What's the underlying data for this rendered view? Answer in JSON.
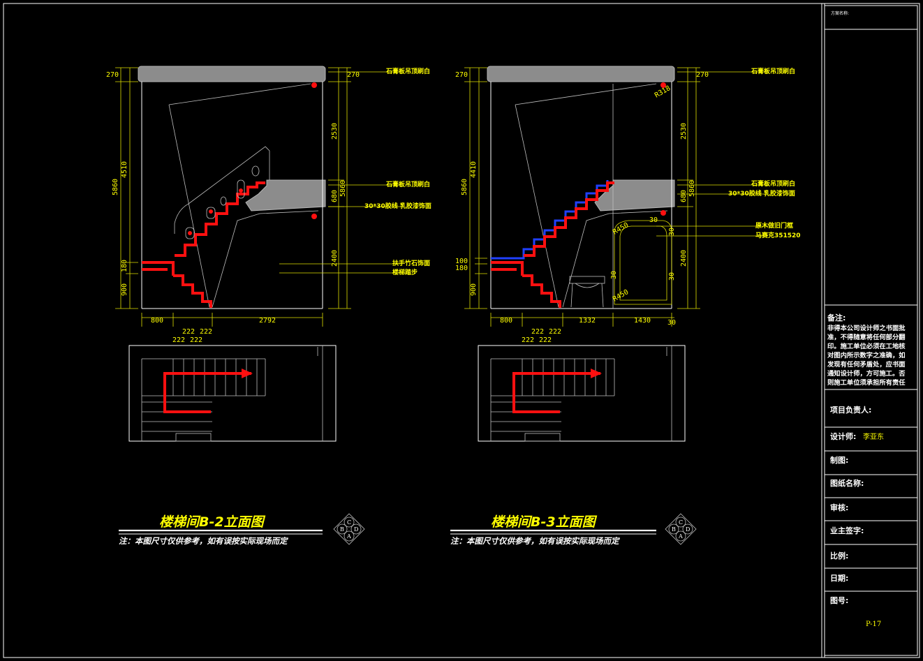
{
  "frame_label": "方案名称:",
  "elevation_b2": {
    "title": "楼梯间B-2立面图",
    "note": "注：本图尺寸仅供参考，如有误按实际现场而定",
    "left_dims": [
      "270",
      "5860",
      "4510",
      "180",
      "900"
    ],
    "right_dims": [
      "270",
      "2530",
      "5860",
      "680",
      "2400"
    ],
    "bottom_dims": [
      "800",
      "222",
      "222",
      "2792",
      "222",
      "222"
    ],
    "annotations": [
      "石膏板吊顶刷白",
      "石膏板吊顶刷白",
      "30*30胶线  乳胶漆饰面",
      "扶手竹石饰面",
      "楼梯踏步"
    ]
  },
  "elevation_b3": {
    "title": "楼梯间B-3立面图",
    "note": "注：本图尺寸仅供参考，如有误按实际现场而定",
    "left_dims": [
      "270",
      "5860",
      "4410",
      "100",
      "180",
      "900"
    ],
    "right_dims": [
      "270",
      "2530",
      "5860",
      "680",
      "2400"
    ],
    "bottom_dims": [
      "800",
      "222",
      "222",
      "1332",
      "1430",
      "30",
      "222",
      "222"
    ],
    "inner_dims": [
      "R318",
      "30",
      "R450",
      "30",
      "30",
      "30",
      "R450"
    ],
    "annotations": [
      "石膏板吊顶刷白",
      "石膏板吊顶刷白",
      "30*30胶线  乳胶漆饰面",
      "原木做旧门框",
      "马赛克351520"
    ]
  },
  "symbol_letters": [
    "C",
    "B",
    "D",
    "A"
  ],
  "remarks": {
    "heading": "备注:",
    "lines": [
      "非得本公司设计师之书面批",
      "准，不得随意将任何部分翻",
      "印。施工单位必须在工地核",
      "对图内所示数字之准确，如",
      "发现有任何矛盾处，应书面",
      "通知设计师，方可施工。否",
      "则施工单位须承担所有责任"
    ]
  },
  "title_block": {
    "project_lead": "项目负责人:",
    "designer_label": "设计师:",
    "designer_name": "李亚东",
    "drafter": "制图:",
    "drawing_name": "图纸名称:",
    "review": "审核:",
    "owner_sign": "业主签字:",
    "scale": "比例:",
    "date": "日期:",
    "drawing_no_label": "图号:",
    "drawing_no": "P-17"
  },
  "colors": {
    "background": "#000000",
    "annotation": "#ffff00",
    "stair": "#ff1010",
    "tile_edge": "#2040ff",
    "ceiling": "#8c8c8c"
  }
}
